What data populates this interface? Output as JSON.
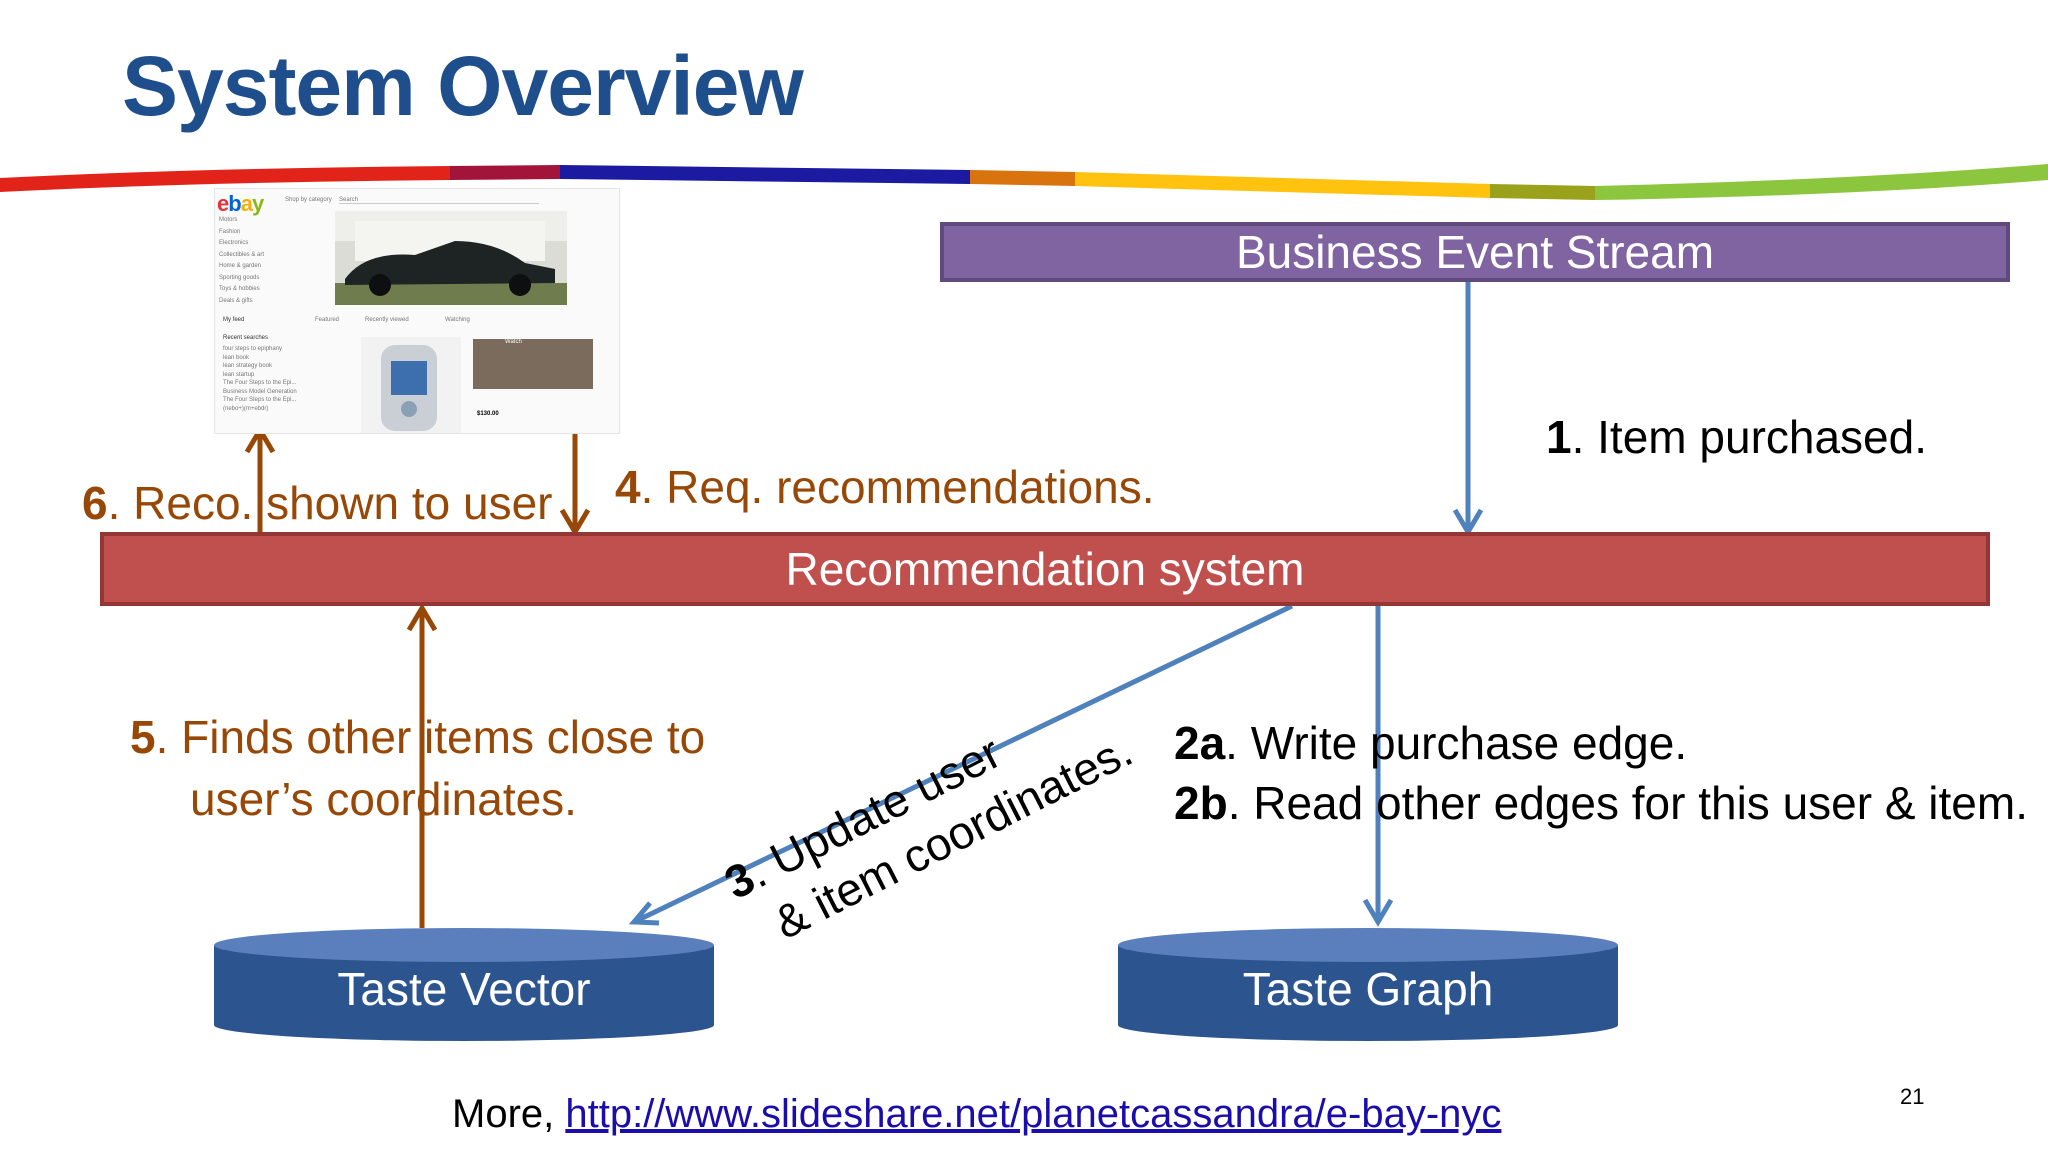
{
  "slide": {
    "title": "System Overview",
    "page_number": "21",
    "footer_prefix": "More, ",
    "footer_link": "http://www.slideshare.net/planetcassandra/e-bay-nyc"
  },
  "nodes": {
    "business_event_stream": "Business Event Stream",
    "recommendation_system": "Recommendation system",
    "taste_vector": "Taste Vector",
    "taste_graph": "Taste Graph"
  },
  "steps": {
    "s1_num": "1",
    "s1_text": ". Item purchased.",
    "s2a_num": "2a",
    "s2a_text": ". Write purchase edge.",
    "s2b_num": "2b",
    "s2b_text": ". Read other edges for this user & item.",
    "s3_num": "3",
    "s3_line1": ". Update user",
    "s3_line2": "& item coordinates.",
    "s4_num": "4",
    "s4_text": ". Req. recommendations.",
    "s5_num": "5",
    "s5_line1": ". Finds other items close to",
    "s5_line2": "user’s coordinates.",
    "s6_num": "6",
    "s6_text": ". Reco. shown to user"
  },
  "ebay_screenshot": {
    "logo_letters": [
      "e",
      "b",
      "a",
      "y"
    ],
    "shop_by": "Shop by category",
    "search": "Search",
    "categories": [
      "Motors",
      "Fashion",
      "Electronics",
      "Collectibles & art",
      "Home & garden",
      "Sporting goods",
      "Toys & hobbies",
      "Deals & gifts"
    ],
    "tabs": [
      "My feed",
      "Featured",
      "Recently viewed",
      "Watching"
    ],
    "recent_searches_label": "Recent searches",
    "recent_searches": [
      "four steps to epiphany",
      "lean book",
      "lean strategy book",
      "lean startup",
      "The Four Steps to the Epi...",
      "Business Model Generation",
      "The Four Steps to the Epi...",
      "(nebo+)(m+ebdr)"
    ],
    "watch_label": "Watch",
    "price": "$130.00"
  },
  "colors": {
    "title": "#1f4e8c",
    "event_stream": "#8064a2",
    "reco_system": "#c0504d",
    "database": "#2c5590",
    "blue_arrow": "#4f81bd",
    "brown_arrow": "#974806",
    "ebay_red": "#e53238",
    "ebay_blue": "#0064d2",
    "ebay_yellow": "#f5af02",
    "ebay_green": "#86b817"
  }
}
